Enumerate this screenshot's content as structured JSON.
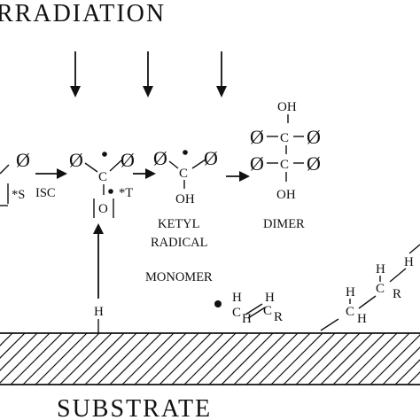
{
  "title": "RRADIATION",
  "substrate": "SUBSTRATE",
  "labels": {
    "phi": "Ø",
    "singlet": "*S",
    "isc": "ISC",
    "triplet": "*T",
    "carbon": "C",
    "oxygen": "O",
    "oh": "OH",
    "ketyl": "KETYL",
    "radical": "RADICAL",
    "dimer": "DIMER",
    "monomer": "MONOMER",
    "h": "H",
    "r": "R"
  }
}
